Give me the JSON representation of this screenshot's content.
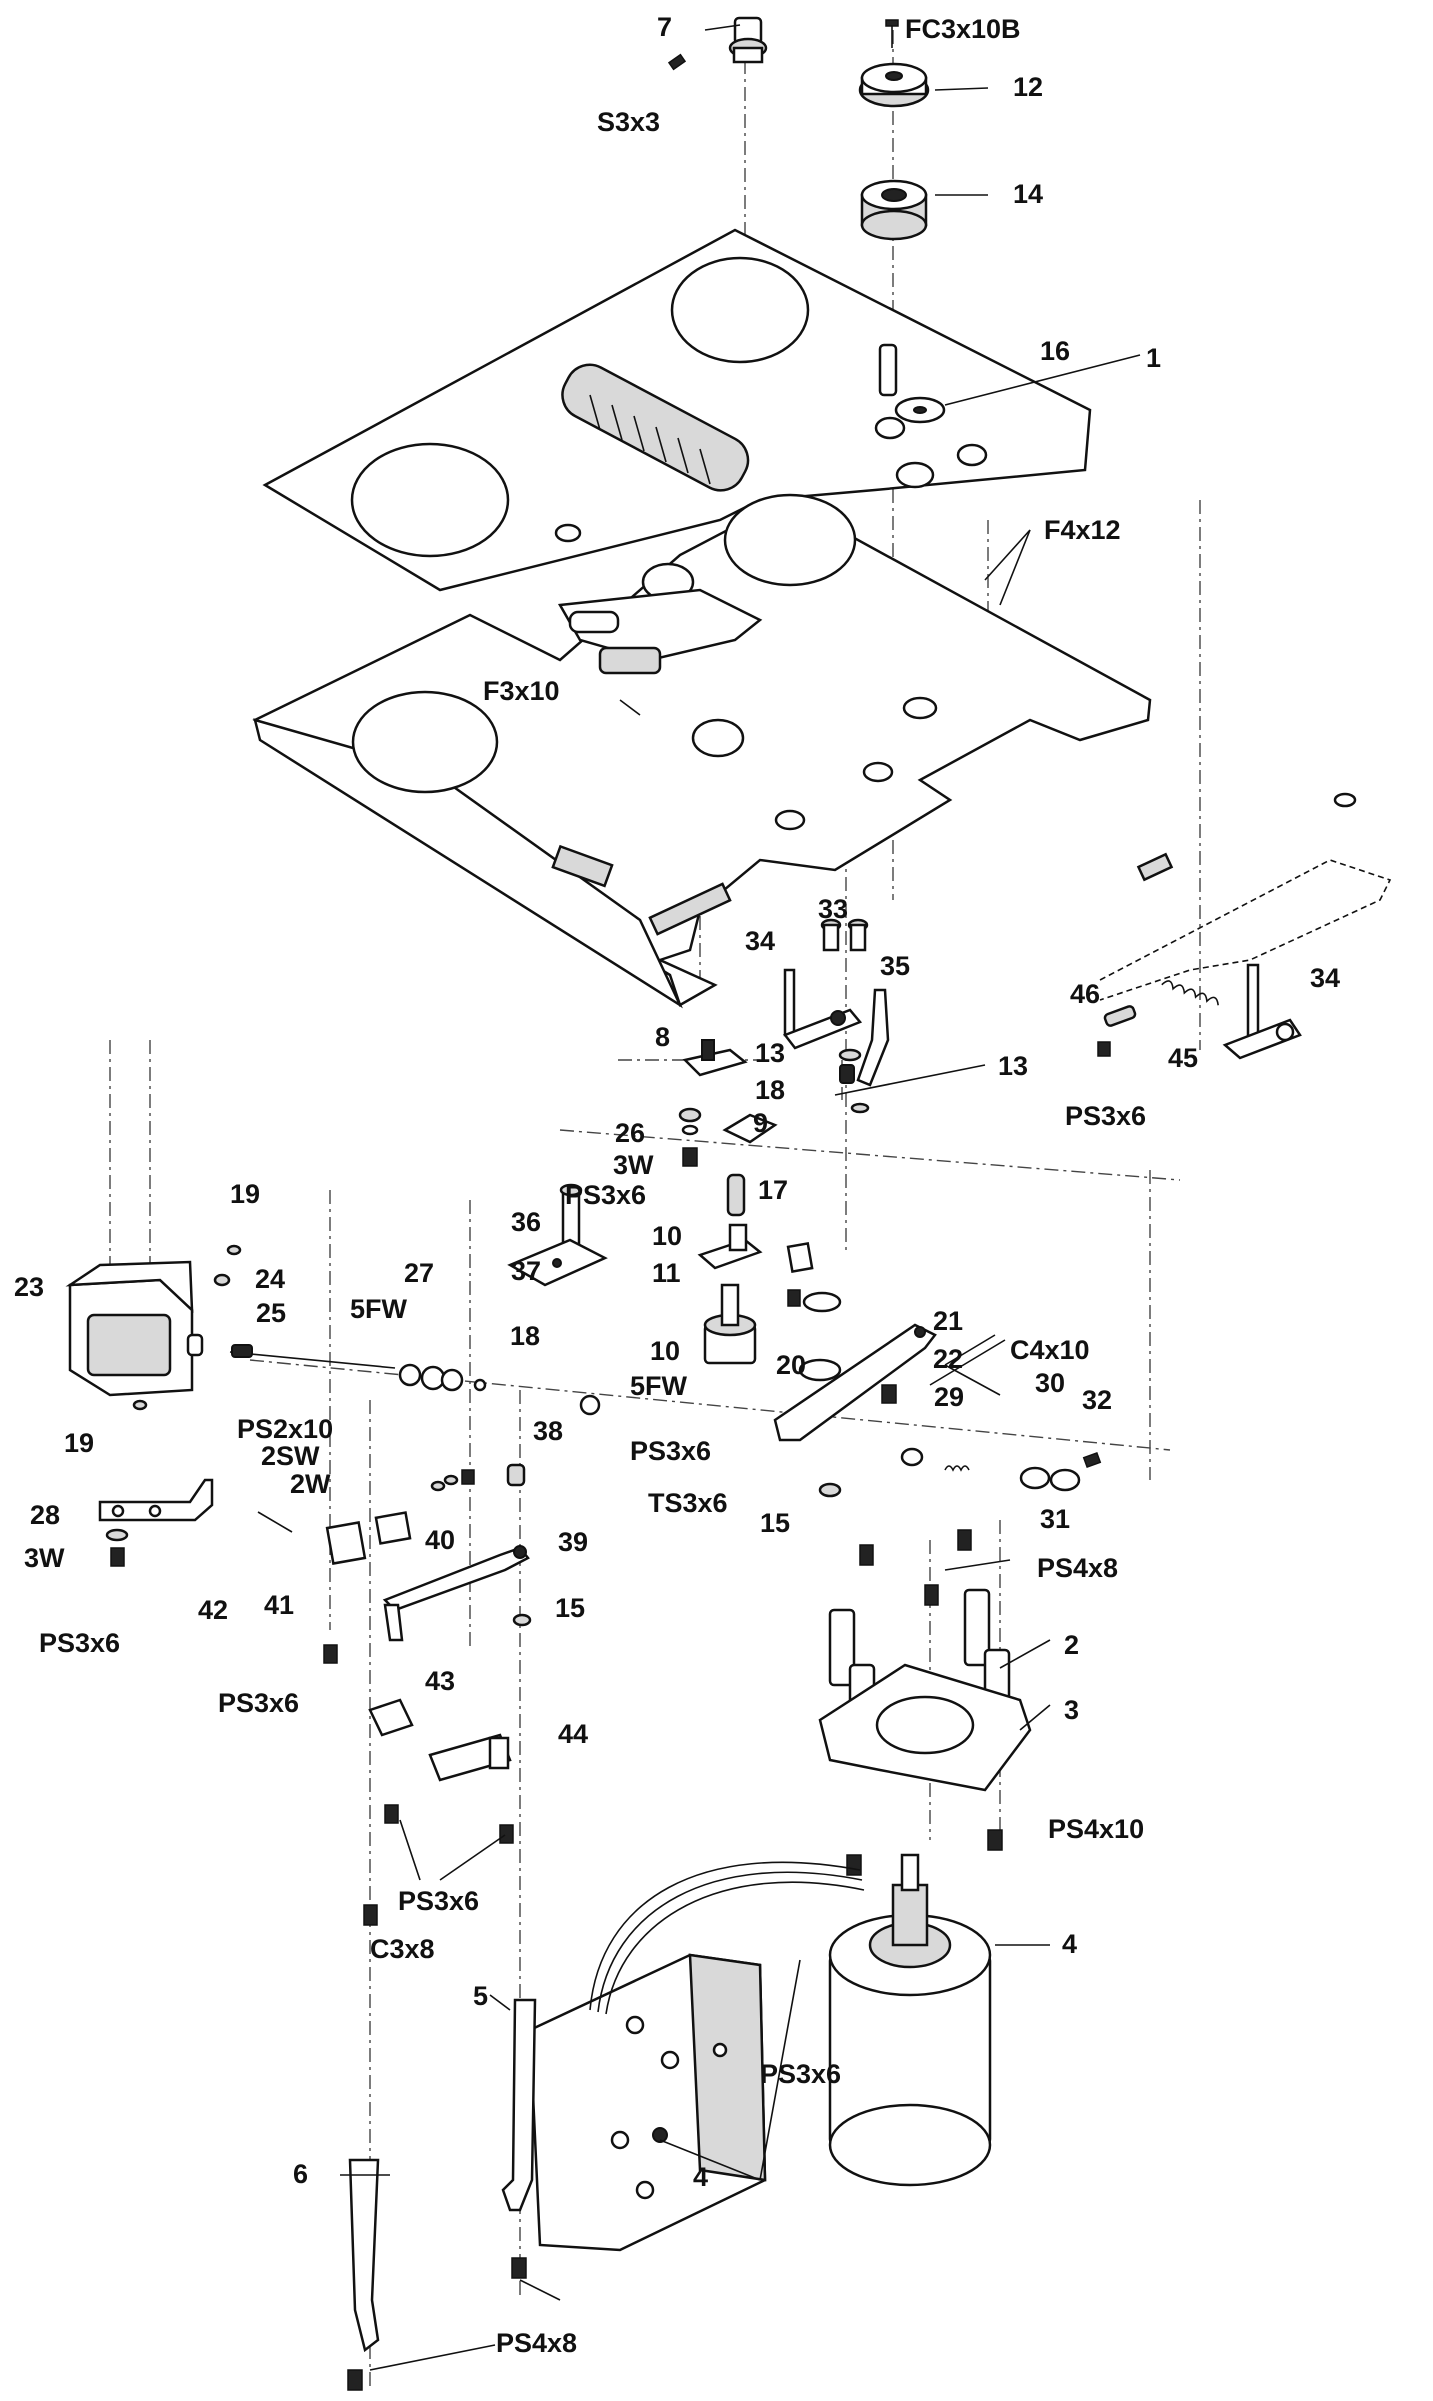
{
  "diagram": {
    "labels": [
      {
        "id": "p7",
        "text": "7"
      },
      {
        "id": "s3x3",
        "text": "S3x3"
      },
      {
        "id": "fc3x10b",
        "text": "FC3x10B"
      },
      {
        "id": "p12",
        "text": "12"
      },
      {
        "id": "p14",
        "text": "14"
      },
      {
        "id": "p16",
        "text": "16"
      },
      {
        "id": "p1",
        "text": "1"
      },
      {
        "id": "f4x12",
        "text": "F4x12"
      },
      {
        "id": "f3x10",
        "text": "F3x10"
      },
      {
        "id": "p33",
        "text": "33"
      },
      {
        "id": "p34a",
        "text": "34"
      },
      {
        "id": "p35",
        "text": "35"
      },
      {
        "id": "p34b",
        "text": "34"
      },
      {
        "id": "p46",
        "text": "46"
      },
      {
        "id": "p45",
        "text": "45"
      },
      {
        "id": "ps3x6_a",
        "text": "PS3x6"
      },
      {
        "id": "p8",
        "text": "8"
      },
      {
        "id": "p13a",
        "text": "13"
      },
      {
        "id": "p13b",
        "text": "13"
      },
      {
        "id": "p18a",
        "text": "18"
      },
      {
        "id": "p26",
        "text": "26"
      },
      {
        "id": "p9",
        "text": "9"
      },
      {
        "id": "w3_a",
        "text": "3W"
      },
      {
        "id": "ps3x6_b",
        "text": "PS3x6"
      },
      {
        "id": "p36",
        "text": "36"
      },
      {
        "id": "p10a",
        "text": "10"
      },
      {
        "id": "p17",
        "text": "17"
      },
      {
        "id": "p11",
        "text": "11"
      },
      {
        "id": "p37",
        "text": "37"
      },
      {
        "id": "p19a",
        "text": "19"
      },
      {
        "id": "p24",
        "text": "24"
      },
      {
        "id": "p27",
        "text": "27"
      },
      {
        "id": "p23",
        "text": "23"
      },
      {
        "id": "p25",
        "text": "25"
      },
      {
        "id": "fw5_a",
        "text": "5FW"
      },
      {
        "id": "p18b",
        "text": "18"
      },
      {
        "id": "p10b",
        "text": "10"
      },
      {
        "id": "fw5_b",
        "text": "5FW"
      },
      {
        "id": "p21",
        "text": "21"
      },
      {
        "id": "p22",
        "text": "22"
      },
      {
        "id": "p20",
        "text": "20"
      },
      {
        "id": "c4x10",
        "text": "C4x10"
      },
      {
        "id": "p29",
        "text": "29"
      },
      {
        "id": "p30",
        "text": "30"
      },
      {
        "id": "p32",
        "text": "32"
      },
      {
        "id": "p19b",
        "text": "19"
      },
      {
        "id": "ps2x10",
        "text": "PS2x10"
      },
      {
        "id": "sw2",
        "text": "2SW"
      },
      {
        "id": "w2",
        "text": "2W"
      },
      {
        "id": "p38",
        "text": "38"
      },
      {
        "id": "ps3x6_c",
        "text": "PS3x6"
      },
      {
        "id": "ts3x6",
        "text": "TS3x6"
      },
      {
        "id": "p15a",
        "text": "15"
      },
      {
        "id": "p31",
        "text": "31"
      },
      {
        "id": "p28",
        "text": "28"
      },
      {
        "id": "w3_b",
        "text": "3W"
      },
      {
        "id": "p40",
        "text": "40"
      },
      {
        "id": "p39",
        "text": "39"
      },
      {
        "id": "ps4x8_a",
        "text": "PS4x8"
      },
      {
        "id": "p42",
        "text": "42"
      },
      {
        "id": "p41",
        "text": "41"
      },
      {
        "id": "p15b",
        "text": "15"
      },
      {
        "id": "ps3x6_d",
        "text": "PS3x6"
      },
      {
        "id": "p2",
        "text": "2"
      },
      {
        "id": "ps3x6_e",
        "text": "PS3x6"
      },
      {
        "id": "p43",
        "text": "43"
      },
      {
        "id": "p3",
        "text": "3"
      },
      {
        "id": "p44",
        "text": "44"
      },
      {
        "id": "ps4x10",
        "text": "PS4x10"
      },
      {
        "id": "ps3x6_f",
        "text": "PS3x6"
      },
      {
        "id": "p4a",
        "text": "4"
      },
      {
        "id": "c3x8",
        "text": "C3x8"
      },
      {
        "id": "p5",
        "text": "5"
      },
      {
        "id": "ps3x6_g",
        "text": "PS3x6"
      },
      {
        "id": "p6",
        "text": "6"
      },
      {
        "id": "p4b",
        "text": "4"
      },
      {
        "id": "ps4x8_b",
        "text": "PS4x8"
      }
    ]
  }
}
